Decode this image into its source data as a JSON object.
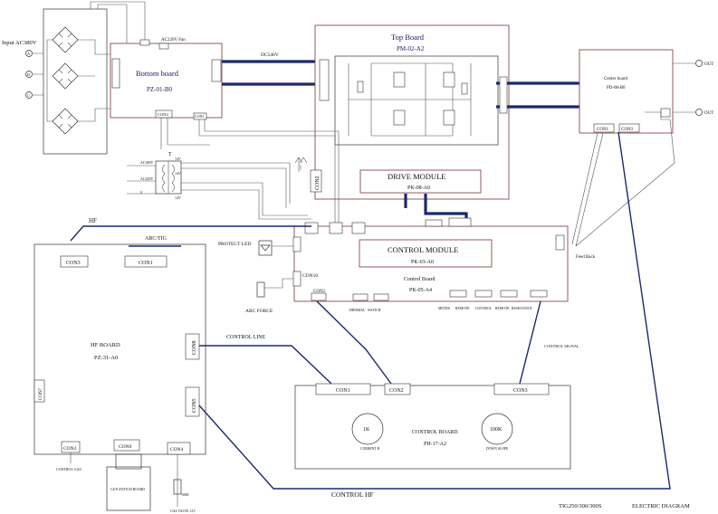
{
  "input": {
    "title": "Input AC380V",
    "phases": [
      "A",
      "B",
      "C"
    ]
  },
  "bottom_board": {
    "title": "Bottom board",
    "model": "PZ-01-B0",
    "fan_label": "AC220V Fan",
    "con_labels": [
      "CON4",
      "CON3"
    ]
  },
  "bus_label": "DC540V",
  "top_board": {
    "title": "Top Board",
    "model": "PM-02-A2"
  },
  "drive_module": {
    "title": "DRIVE MODULE",
    "model": "PK-08-A0"
  },
  "center_board": {
    "title": "Center board",
    "model": "PD-08-B0",
    "con_labels": [
      "CON1",
      "CON3"
    ]
  },
  "outputs": [
    "OUT",
    "OUT"
  ],
  "transformer": {
    "label": "T",
    "inputs": [
      "AC380V",
      "AC220V",
      "0"
    ],
    "outputs": [
      "14V",
      "14V",
      "14V"
    ]
  },
  "con2_vertical": "CON2",
  "hf_label": "HF",
  "hf_board": {
    "title": "HF BOARD",
    "model": "PZ-31-A0",
    "con3": "CON3",
    "con1": "CON1",
    "arc_tig": "ARC/TIG",
    "con8": "CON8",
    "con5": "CON5",
    "con7": "CON7",
    "con2": "CON2",
    "con6": "CON6",
    "con4": "CON4"
  },
  "protect_led": "PROTECT LED",
  "arc_force": "ARC FORCE",
  "con10": "CON10",
  "control_module": {
    "title": "CONTROL MODULE",
    "model": "PK-03-A0"
  },
  "control_board": {
    "title": "Control   Board",
    "model": "PK-05-A4",
    "con2": "CON2",
    "small_labels": [
      "THERMAL",
      "SWITCH",
      "METER",
      "REMOTE",
      "CONTROL",
      "REMOTE",
      "RESISTANCE"
    ]
  },
  "feedback": "Feed Back",
  "control_line": "CONTROL LINE",
  "control_signal": "CONTROL SIGNAL",
  "panel_board": {
    "title": "CONTROL BOARD",
    "model": "PH-17-A2",
    "con1": "CON1",
    "con2": "CON2",
    "con3": "CON3",
    "knob1": "1K",
    "knob1_label": "CURRENT  B",
    "knob2": "100K",
    "knob2_label": "DOWN  SLOPE"
  },
  "control_gas": "CONTROL GAS",
  "switch_board": "GUN SWITCH BOARD",
  "gas_valve": "GAS VALVE 12V",
  "bottom_pot": "100K",
  "control_hf": "CONTROL  HF",
  "footer": {
    "model": "TIG250/300/300S",
    "diagram": "ELECTRIC    DIAGRAM"
  }
}
